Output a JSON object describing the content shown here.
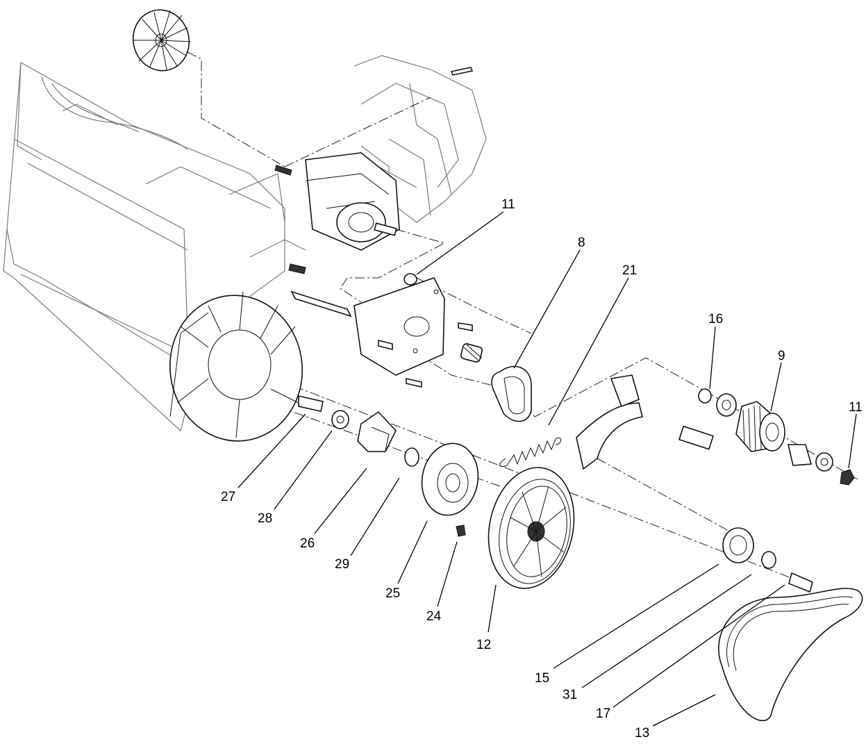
{
  "callouts": [
    {
      "id": "c11a",
      "text": "11"
    },
    {
      "id": "c8",
      "text": "8"
    },
    {
      "id": "c21",
      "text": "21"
    },
    {
      "id": "c16",
      "text": "16"
    },
    {
      "id": "c9",
      "text": "9"
    },
    {
      "id": "c11b",
      "text": "11"
    },
    {
      "id": "c27",
      "text": "27"
    },
    {
      "id": "c28",
      "text": "28"
    },
    {
      "id": "c26",
      "text": "26"
    },
    {
      "id": "c29",
      "text": "29"
    },
    {
      "id": "c25",
      "text": "25"
    },
    {
      "id": "c24",
      "text": "24"
    },
    {
      "id": "c12",
      "text": "12"
    },
    {
      "id": "c15",
      "text": "15"
    },
    {
      "id": "c31",
      "text": "31"
    },
    {
      "id": "c17",
      "text": "17"
    },
    {
      "id": "c13",
      "text": "13"
    }
  ]
}
